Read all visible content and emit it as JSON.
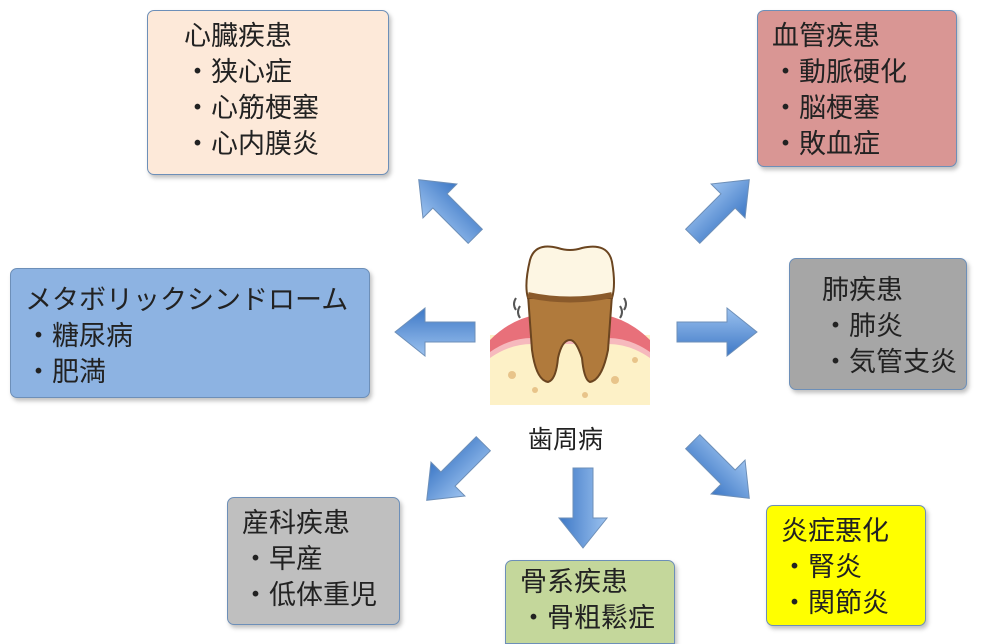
{
  "center": {
    "label": "歯周病"
  },
  "boxes": {
    "heart": {
      "title": "心臓疾患",
      "items": [
        "狭心症",
        "心筋梗塞",
        "心内膜炎"
      ],
      "color": "#fde9d9"
    },
    "vessel": {
      "title": "血管疾患",
      "items": [
        "動脈硬化",
        "脳梗塞",
        "敗血症"
      ],
      "color": "#d99694"
    },
    "metabolic": {
      "title": "メタボリックシンドローム",
      "items": [
        "糖尿病",
        "肥満"
      ],
      "color": "#8db3e2"
    },
    "lung": {
      "title": "肺疾患",
      "items": [
        "肺炎",
        "気管支炎"
      ],
      "color": "#a6a6a6"
    },
    "obstetric": {
      "title": "産科疾患",
      "items": [
        "早産",
        "低体重児"
      ],
      "color": "#bfbfbf"
    },
    "bone": {
      "title": "骨系疾患",
      "items": [
        "骨粗鬆症"
      ],
      "color": "#c4d79b"
    },
    "inflammation": {
      "title": "炎症悪化",
      "items": [
        "腎炎",
        "関節炎"
      ],
      "color": "#ffff00"
    }
  },
  "icons": {
    "arrow": "arrow-icon",
    "tooth": "tooth-icon"
  }
}
